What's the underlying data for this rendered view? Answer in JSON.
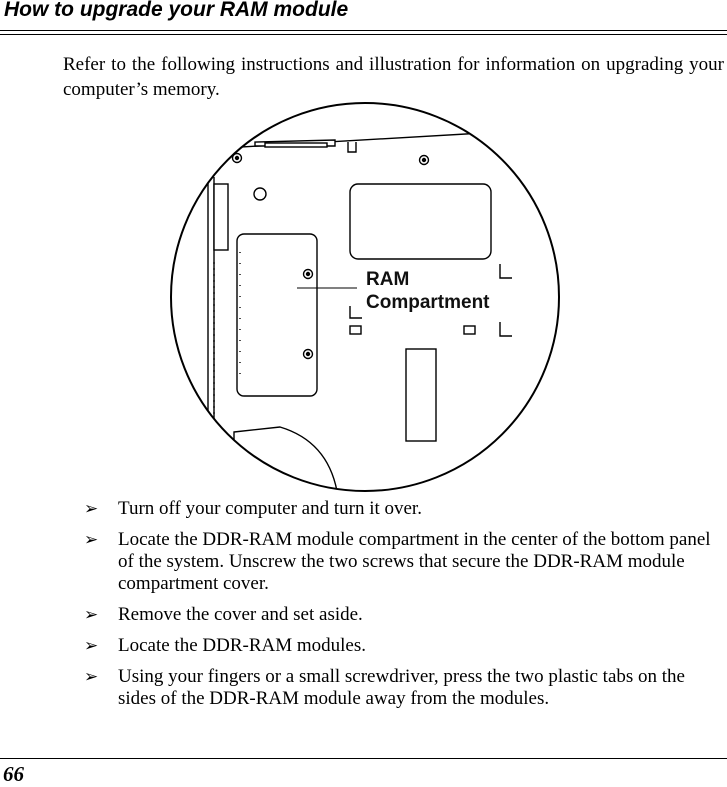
{
  "header": {
    "title": "How to upgrade your RAM module"
  },
  "intro": "Refer to the following instructions and illustration for information on upgrading your computer’s memory.",
  "figure": {
    "label_line1": "RAM",
    "label_line2": "Compartment"
  },
  "steps": [
    "Turn off your computer and turn it over.",
    "Locate the DDR-RAM module compartment in the center of the bottom panel of the system. Unscrew the two screws that secure the DDR-RAM module compartment cover.",
    "Remove the cover and set aside.",
    "Locate the DDR-RAM modules.",
    "Using your fingers or a small screwdriver, press the two plastic tabs on the sides of the DDR-RAM module away from the modules."
  ],
  "bullet_icon": "arrowhead-bullet-icon",
  "footer": {
    "page_number": "66"
  }
}
